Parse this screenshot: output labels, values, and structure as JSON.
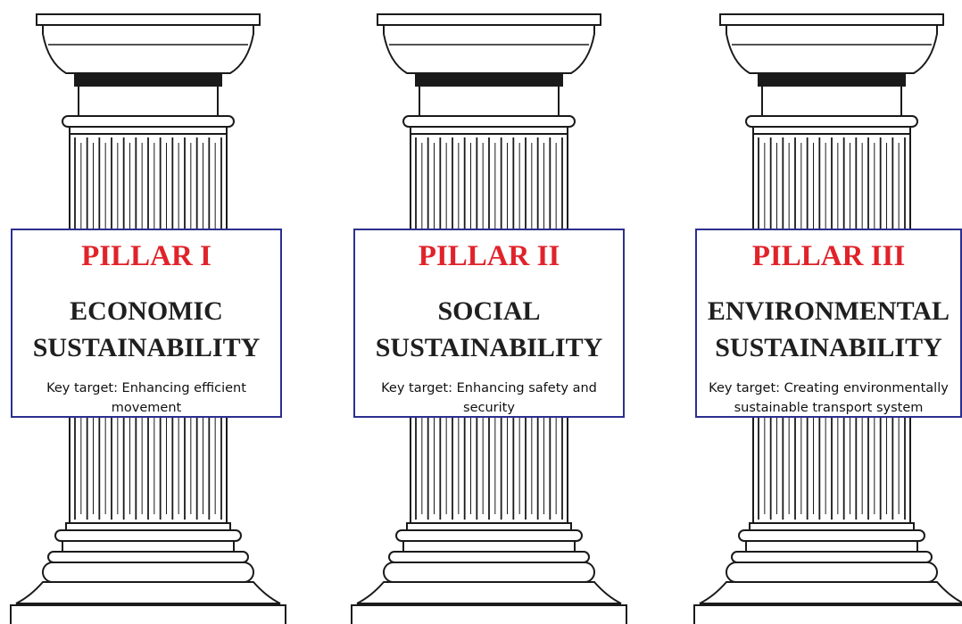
{
  "pillars": [
    {
      "number": "PILLAR I",
      "title_line1": "ECONOMIC",
      "title_line2": "SUSTAINABILITY",
      "key_target": "Key target: Enhancing efficient movement"
    },
    {
      "number": "PILLAR II",
      "title_line1": "SOCIAL",
      "title_line2": "SUSTAINABILITY",
      "key_target": "Key target: Enhancing safety and security"
    },
    {
      "number": "PILLAR III",
      "title_line1": "ENVIRONMENTAL",
      "title_line2": "SUSTAINABILITY",
      "key_target": "Key target: Creating environmentally sustainable transport system"
    }
  ],
  "colors": {
    "pillar_number": "#e0232a",
    "title": "#1f1f1f",
    "panel_border": "#2b2f8f",
    "column_outline": "#1a1a1a"
  },
  "icons": [
    "column-icon"
  ]
}
